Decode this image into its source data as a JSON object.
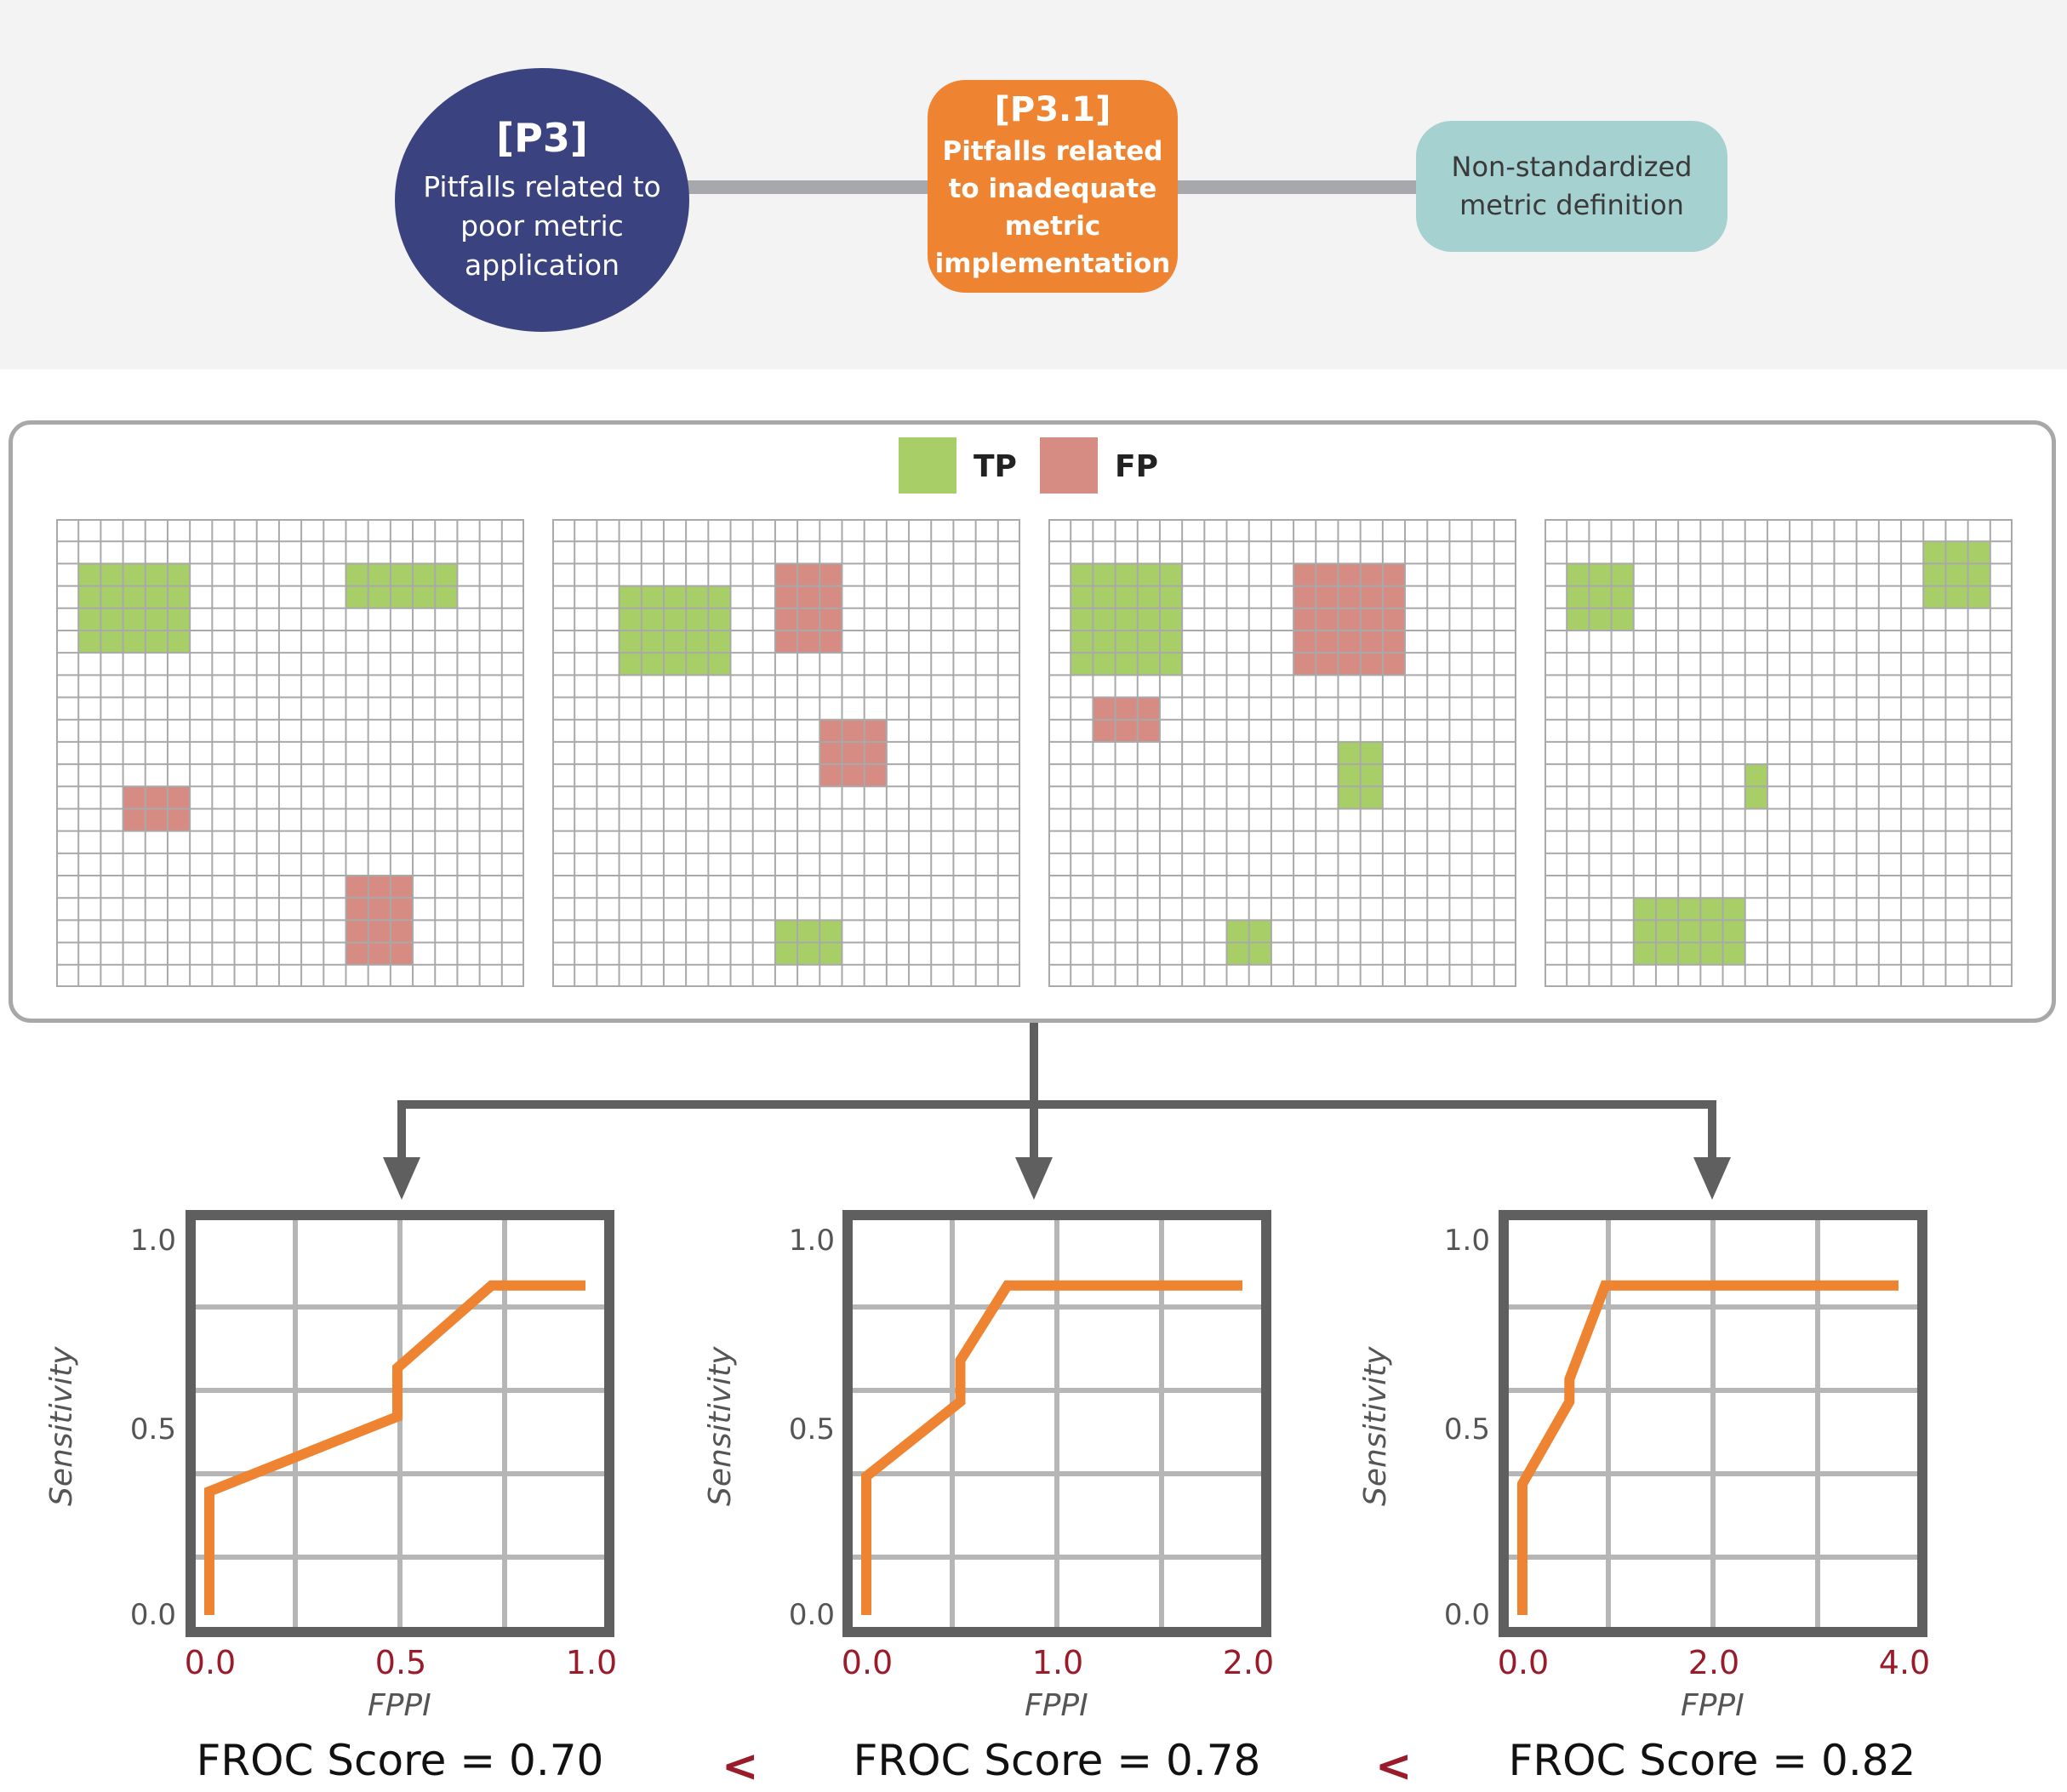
{
  "hierarchy": {
    "root": {
      "code": "[P3]",
      "text": "Pitfalls related to poor metric application"
    },
    "child": {
      "code": "[P3.1]",
      "text": "Pitfalls related to inadequate metric implementation"
    },
    "leaf": {
      "text": "Non-standardized metric definition"
    }
  },
  "legend": [
    {
      "label": "TP",
      "color": "#a8cf67"
    },
    {
      "label": "FP",
      "color": "#d68b83"
    }
  ],
  "colors": {
    "tp": "#a8cf67",
    "fp": "#d68b83",
    "curve": "#ee8431",
    "frame": "#5f5f5f",
    "gridline": "#b6b6b6",
    "x_tick": "#9a1b2a"
  },
  "images": [
    {
      "cols": 21,
      "rows": 21,
      "boxes": [
        {
          "type": "tp",
          "c": 1,
          "r": 2,
          "w": 5,
          "h": 4
        },
        {
          "type": "tp",
          "c": 13,
          "r": 2,
          "w": 5,
          "h": 2
        },
        {
          "type": "fp",
          "c": 3,
          "r": 12,
          "w": 3,
          "h": 2
        },
        {
          "type": "fp",
          "c": 13,
          "r": 16,
          "w": 3,
          "h": 4
        }
      ]
    },
    {
      "cols": 21,
      "rows": 21,
      "boxes": [
        {
          "type": "tp",
          "c": 3,
          "r": 3,
          "w": 5,
          "h": 4
        },
        {
          "type": "fp",
          "c": 10,
          "r": 2,
          "w": 3,
          "h": 4
        },
        {
          "type": "fp",
          "c": 12,
          "r": 9,
          "w": 3,
          "h": 3
        },
        {
          "type": "tp",
          "c": 10,
          "r": 18,
          "w": 3,
          "h": 2
        }
      ]
    },
    {
      "cols": 21,
      "rows": 21,
      "boxes": [
        {
          "type": "tp",
          "c": 1,
          "r": 2,
          "w": 5,
          "h": 5
        },
        {
          "type": "fp",
          "c": 11,
          "r": 2,
          "w": 5,
          "h": 5
        },
        {
          "type": "fp",
          "c": 2,
          "r": 8,
          "w": 3,
          "h": 2
        },
        {
          "type": "tp",
          "c": 13,
          "r": 10,
          "w": 2,
          "h": 3
        },
        {
          "type": "tp",
          "c": 8,
          "r": 18,
          "w": 2,
          "h": 2
        }
      ]
    },
    {
      "cols": 21,
      "rows": 21,
      "boxes": [
        {
          "type": "tp",
          "c": 1,
          "r": 2,
          "w": 3,
          "h": 3
        },
        {
          "type": "tp",
          "c": 17,
          "r": 1,
          "w": 3,
          "h": 3
        },
        {
          "type": "tp",
          "c": 9,
          "r": 11,
          "w": 1,
          "h": 2
        },
        {
          "type": "tp",
          "c": 4,
          "r": 17,
          "w": 5,
          "h": 3
        }
      ]
    }
  ],
  "chart_data": [
    {
      "type": "line",
      "xlabel": "FPPI",
      "ylabel": "Sensitivity",
      "xlim": [
        0.0,
        1.0
      ],
      "ylim": [
        0.0,
        1.0
      ],
      "xticks": [
        "0.0",
        "0.5",
        "1.0"
      ],
      "yticks": [
        "0.0",
        "0.5",
        "1.0"
      ],
      "grid": true,
      "x": [
        0.0,
        0.0,
        0.5,
        0.5,
        0.75,
        1.0
      ],
      "y": [
        0.0,
        0.33,
        0.53,
        0.66,
        0.88,
        0.88
      ],
      "score_label": "FROC Score = 0.70"
    },
    {
      "type": "line",
      "xlabel": "FPPI",
      "ylabel": "Sensitivity",
      "xlim": [
        0.0,
        2.0
      ],
      "ylim": [
        0.0,
        1.0
      ],
      "xticks": [
        "0.0",
        "1.0",
        "2.0"
      ],
      "yticks": [
        "0.0",
        "0.5",
        "1.0"
      ],
      "grid": true,
      "x": [
        0.0,
        0.0,
        0.5,
        0.5,
        0.75,
        2.0
      ],
      "y": [
        0.0,
        0.37,
        0.57,
        0.68,
        0.88,
        0.88
      ],
      "score_label": "FROC Score = 0.78"
    },
    {
      "type": "line",
      "xlabel": "FPPI",
      "ylabel": "Sensitivity",
      "xlim": [
        0.0,
        4.0
      ],
      "ylim": [
        0.0,
        1.0
      ],
      "xticks": [
        "0.0",
        "2.0",
        "4.0"
      ],
      "yticks": [
        "0.0",
        "0.5",
        "1.0"
      ],
      "grid": true,
      "x": [
        0.0,
        0.0,
        0.5,
        0.5,
        0.88,
        4.0
      ],
      "y": [
        0.0,
        0.35,
        0.57,
        0.63,
        0.88,
        0.88
      ],
      "score_label": "FROC Score = 0.82"
    }
  ],
  "comparison": [
    "<",
    "<"
  ]
}
